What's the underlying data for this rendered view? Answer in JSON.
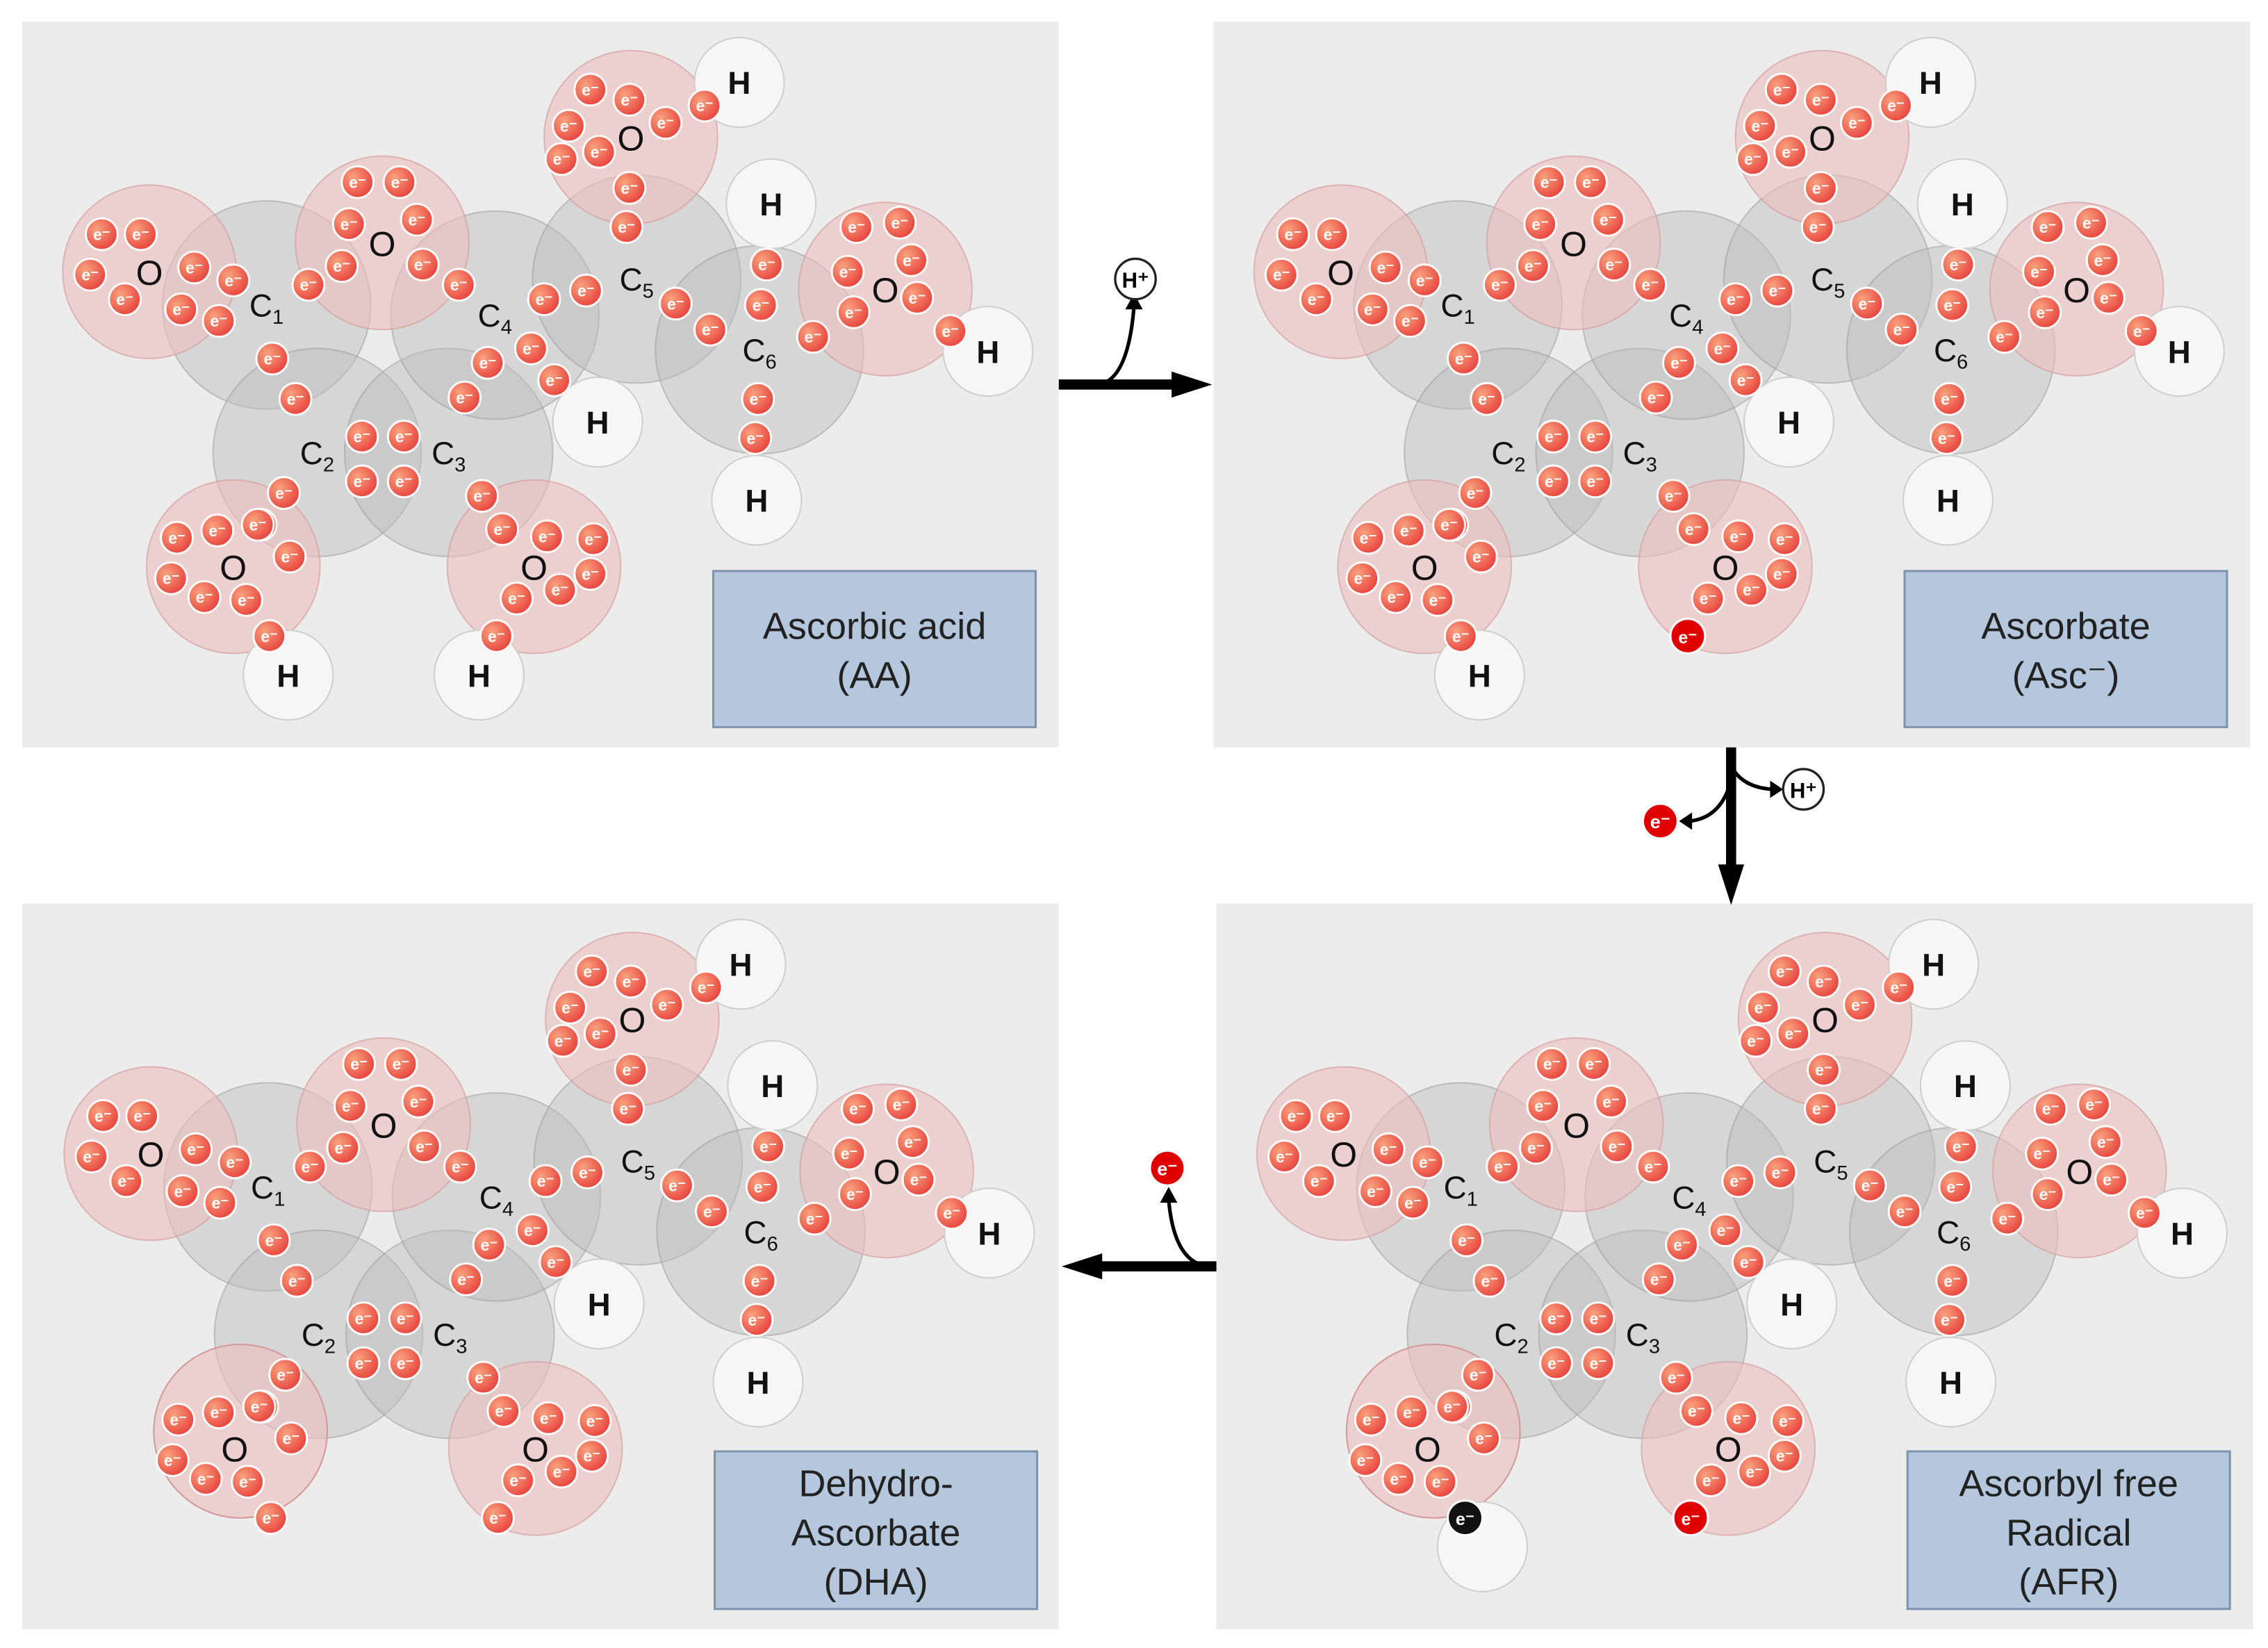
{
  "symbols": {
    "electron": "e⁻",
    "oxygen": "O",
    "hydrogen": "H",
    "proton": "H⁺",
    "carbon": "C"
  },
  "colors": {
    "panel_background": "#ececec",
    "label_box_fill": "#b4c7dc",
    "label_box_border": "#7f94ad",
    "electron": "#e63030",
    "electron_highlight": "#f7a07a",
    "oxygen_shell": "#ecbcbc",
    "carbon_shell": "#bdbdbd",
    "hydrogen_shell": "#f6f6f6",
    "free_electron": "#e00000",
    "unpaired_electron": "#111111",
    "arrow": "#000000"
  },
  "panels": [
    {
      "key": "aa",
      "lines": [
        "Ascorbic acid",
        "(AA)"
      ]
    },
    {
      "key": "asc",
      "lines": [
        "Ascorbate",
        "(Asc⁻)"
      ]
    },
    {
      "key": "dha",
      "lines": [
        "Dehydro-",
        "Ascorbate",
        "(DHA)"
      ]
    },
    {
      "key": "afr",
      "lines": [
        "Ascorbyl free",
        "Radical",
        "(AFR)"
      ]
    }
  ],
  "transitions": [
    {
      "from": "Ascorbic acid",
      "to": "Ascorbate",
      "releases": [
        "H⁺"
      ]
    },
    {
      "from": "Ascorbate",
      "to": "Ascorbyl free Radical",
      "releases": [
        "e⁻",
        "H⁺"
      ]
    },
    {
      "from": "Ascorbyl free Radical",
      "to": "Dehydro-Ascorbate",
      "releases": [
        "e⁻"
      ]
    }
  ]
}
